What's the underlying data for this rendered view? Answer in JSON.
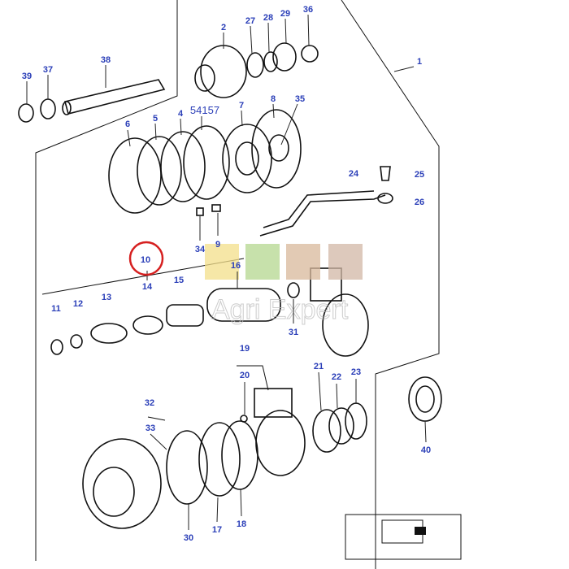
{
  "diagram": {
    "labels": [
      "1",
      "2",
      "27",
      "28",
      "29",
      "36",
      "38",
      "37",
      "39",
      "6",
      "5",
      "4",
      "54157",
      "7",
      "8",
      "35",
      "24",
      "25",
      "26",
      "34",
      "9",
      "10",
      "16",
      "14",
      "15",
      "11",
      "12",
      "13",
      "31",
      "19",
      "20",
      "21",
      "22",
      "23",
      "32",
      "33",
      "40",
      "30",
      "17",
      "18"
    ],
    "highlighted_label": "10",
    "highlight_color": "#d62020",
    "label_color": "#2b3fb8"
  },
  "watermark": {
    "text": "Agri Expert",
    "icons": [
      "tractor-icon",
      "wheelbarrow-icon",
      "tools-icon",
      "fence-icon"
    ],
    "icon_colors": [
      "#f3df8a",
      "#b5d88f",
      "#d9b99c",
      "#d2b8a6"
    ]
  }
}
